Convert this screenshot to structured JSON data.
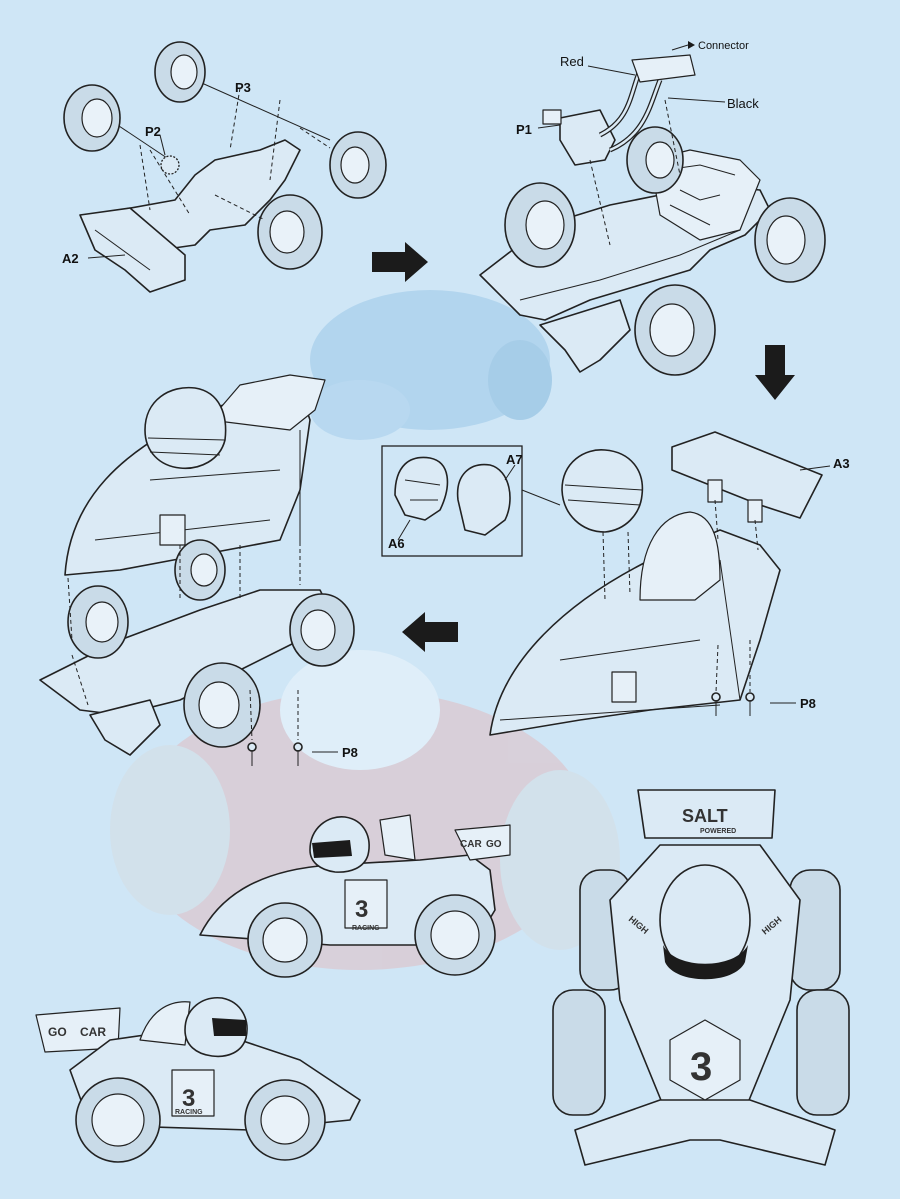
{
  "labels": {
    "p1": "P1",
    "p2": "P2",
    "p3": "P3",
    "a2": "A2",
    "a3": "A3",
    "a6": "A6",
    "a7": "A7",
    "p8_right": "P8",
    "p8_left": "P8",
    "red": "Red",
    "black": "Black",
    "connector": "Connector"
  },
  "decals": {
    "salt": "SALT",
    "powered": "POWERED",
    "high": "HIGH",
    "number": "3",
    "racing": "RACING",
    "car_go_left": "CAR",
    "go_left": "GO",
    "car_go_mid": "CAR",
    "go_mid": "GO"
  },
  "colors": {
    "background": "#cfe6f6",
    "line": "#222222",
    "ghost_blue": "#7fb6e0",
    "ghost_red": "#e58b8b"
  },
  "icons": {
    "arrow_right": "arrow-right-icon",
    "arrow_down": "arrow-down-icon",
    "arrow_left": "arrow-left-icon"
  }
}
